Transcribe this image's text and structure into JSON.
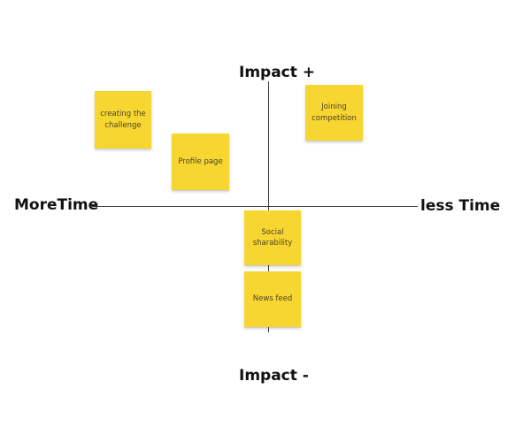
{
  "axes": {
    "top_label": "Impact +",
    "bottom_label": "Impact -",
    "left_label": "MoreTime",
    "right_label": "less Time"
  },
  "notes": [
    {
      "text": "creating the challenge"
    },
    {
      "text": "Profile page"
    },
    {
      "text": "Joining competition"
    },
    {
      "text": "Social sharability"
    },
    {
      "text": "News feed"
    }
  ],
  "colors": {
    "sticky_note": "#f7d631",
    "axis_line": "#333333",
    "background": "#ffffff"
  }
}
